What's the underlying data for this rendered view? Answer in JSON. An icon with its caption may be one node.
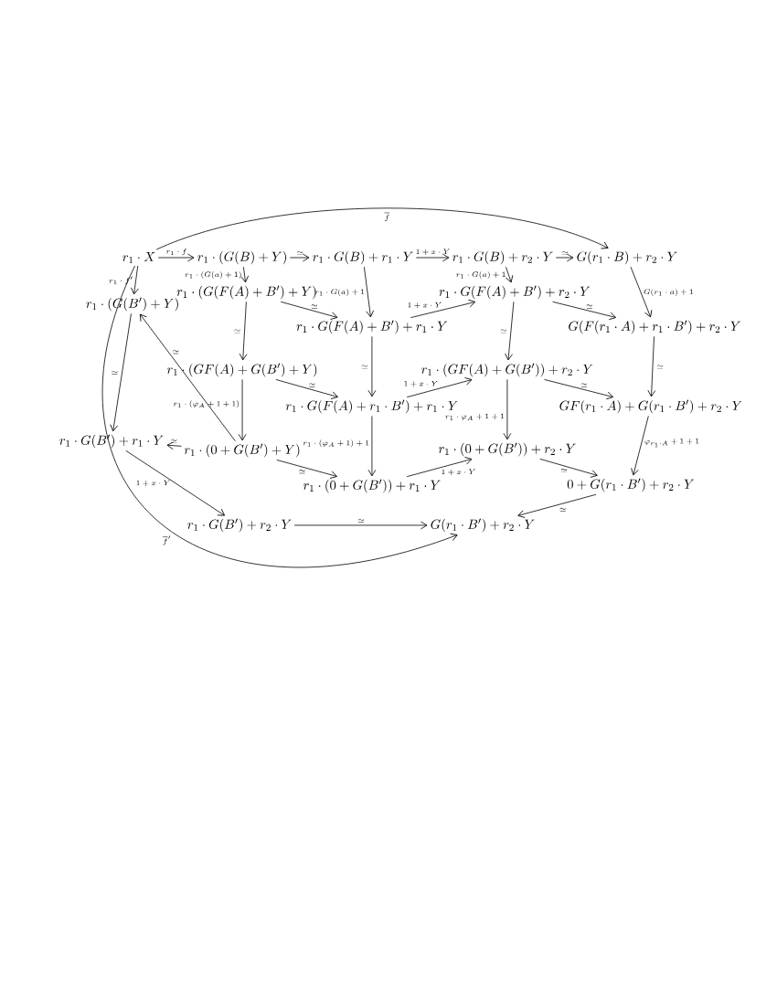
{
  "diagram": {
    "nodes": [
      {
        "text": [
          "r_1\\cdot X"
        ]
      },
      {
        "text": [
          "r_1\\cdot(G(B)+Y)"
        ]
      },
      {
        "text": [
          "r_1\\cdot G(B)+r_1\\cdot Y"
        ]
      },
      {
        "text": [
          "r_1\\cdot G(B)+r_2\\cdot Y"
        ]
      },
      {
        "text": [
          "G(r_1\\cdot B)+r_2\\cdot Y"
        ]
      },
      {
        "text": [
          "r_1\\cdot(G(B')+Y)"
        ]
      },
      {
        "text": [
          "r_1\\cdot(G(F(A)+B')+Y)"
        ]
      },
      {
        "text": [
          "r_1\\cdot G(F(A)+B')+r_2\\cdot Y"
        ]
      },
      {
        "text": [
          "r_1\\cdot G(F(A)+B')+r_1\\cdot Y"
        ]
      },
      {
        "text": [
          "G(F(r_1\\cdot A)+r_1\\cdot B')+r_2\\cdot Y"
        ]
      },
      {
        "text": [
          "r_1\\cdot(GF(A)+G(B')+Y)"
        ]
      },
      {
        "text": [
          "r_1\\cdot(GF(A)+G(B'))+r_2\\cdot Y"
        ]
      },
      {
        "text": [
          "r_1\\cdot G(F(A)+r_1\\cdot B')+r_1\\cdot Y"
        ]
      },
      {
        "text": [
          "GF(r_1\\cdot A)+G(r_1\\cdot B')+r_2\\cdot Y"
        ]
      },
      {
        "text": [
          "r_1\\cdot G(B')+r_1\\cdot Y"
        ]
      },
      {
        "text": [
          "r_1\\cdot(0+G(B')+Y)"
        ]
      },
      {
        "text": [
          "r_1\\cdot(0+G(B'))+r_2\\cdot Y"
        ]
      },
      {
        "text": [
          "r_1\\cdot(0+G(B'))+r_1\\cdot Y"
        ]
      },
      {
        "text": [
          "0+G(r_1\\cdot B')+r_2\\cdot Y"
        ]
      },
      {
        "text": [
          "r_1\\cdot G(B')+r_2\\cdot Y"
        ]
      },
      {
        "text": [
          "G(r_1\\cdot B')+r_2\\cdot Y"
        ]
      }
    ],
    "edges": [
      {
        "from": 0,
        "to": 1,
        "arrow": "to",
        "label": "r_1\\cdot f"
      },
      {
        "from": 1,
        "to": 2,
        "arrow": "to",
        "label": "\\simeq"
      },
      {
        "from": 2,
        "to": 3,
        "arrow": "to",
        "label": "1+x\\cdot Y"
      },
      {
        "from": 3,
        "to": 4,
        "arrow": "to",
        "label": "\\simeq"
      },
      {
        "from": 0,
        "to": 4,
        "arrow": "to",
        "label": "\\overline{f}"
      },
      {
        "from": 0,
        "to": 5,
        "arrow": "to",
        "label": "r_1\\cdot f'"
      },
      {
        "from": 1,
        "to": 6,
        "arrow": "to",
        "label": "r_1\\cdot(G(a)+1)"
      },
      {
        "from": 2,
        "to": 8,
        "arrow": "to",
        "label": "r_1\\cdot G(a)+1"
      },
      {
        "from": 3,
        "to": 7,
        "arrow": "to",
        "label": "r_1\\cdot G(a)+1"
      },
      {
        "from": 4,
        "to": 9,
        "arrow": "to",
        "label": "G(r_1\\cdot a)+1"
      },
      {
        "from": 6,
        "to": 8,
        "arrow": "to",
        "label": "\\simeq"
      },
      {
        "from": 8,
        "to": 7,
        "arrow": "to",
        "label": "1+x\\cdot Y"
      },
      {
        "from": 7,
        "to": 9,
        "arrow": "to",
        "label": "\\simeq"
      },
      {
        "from": 6,
        "to": 10,
        "arrow": "to",
        "label": "\\simeq"
      },
      {
        "from": 8,
        "to": 12,
        "arrow": "to",
        "label": "\\simeq"
      },
      {
        "from": 7,
        "to": 11,
        "arrow": "to",
        "label": "\\simeq"
      },
      {
        "from": 9,
        "to": 13,
        "arrow": "to",
        "label": "\\simeq"
      },
      {
        "from": 10,
        "to": 12,
        "arrow": "to",
        "label": "\\simeq"
      },
      {
        "from": 12,
        "to": 11,
        "arrow": "to",
        "label": "1+x\\cdot Y"
      },
      {
        "from": 11,
        "to": 13,
        "arrow": "to",
        "label": "\\simeq"
      },
      {
        "from": 10,
        "to": 15,
        "arrow": "to",
        "label": "r_1\\cdot(\\varphi_A+1+1)"
      },
      {
        "from": 12,
        "to": 17,
        "arrow": "to",
        "label": "r_1\\cdot(\\varphi_A+1)+1"
      },
      {
        "from": 11,
        "to": 16,
        "arrow": "to",
        "label": "r_1\\cdot\\varphi_A+1+1"
      },
      {
        "from": 13,
        "to": 18,
        "arrow": "to",
        "label": "\\varphi_{r_1\\cdot A}+1+1"
      },
      {
        "from": 15,
        "to": 5,
        "arrow": "to",
        "label": "\\simeq"
      },
      {
        "from": 5,
        "to": 14,
        "arrow": "to",
        "label": "\\simeq"
      },
      {
        "from": 15,
        "to": 14,
        "arrow": "to",
        "label": "\\simeq"
      },
      {
        "from": 15,
        "to": 17,
        "arrow": "to",
        "label": "\\simeq"
      },
      {
        "from": 17,
        "to": 16,
        "arrow": "to",
        "label": "1+x\\cdot Y"
      },
      {
        "from": 16,
        "to": 18,
        "arrow": "to",
        "label": "\\simeq"
      },
      {
        "from": 14,
        "to": 19,
        "arrow": "to",
        "label": "1+x\\cdot Y"
      },
      {
        "from": 19,
        "to": 20,
        "arrow": "to",
        "label": "\\simeq"
      },
      {
        "from": 18,
        "to": 20,
        "arrow": "to",
        "label": "\\simeq"
      },
      {
        "from": 0,
        "to": 20,
        "arrow": "to",
        "label": "\\overline{f}'"
      }
    ]
  }
}
